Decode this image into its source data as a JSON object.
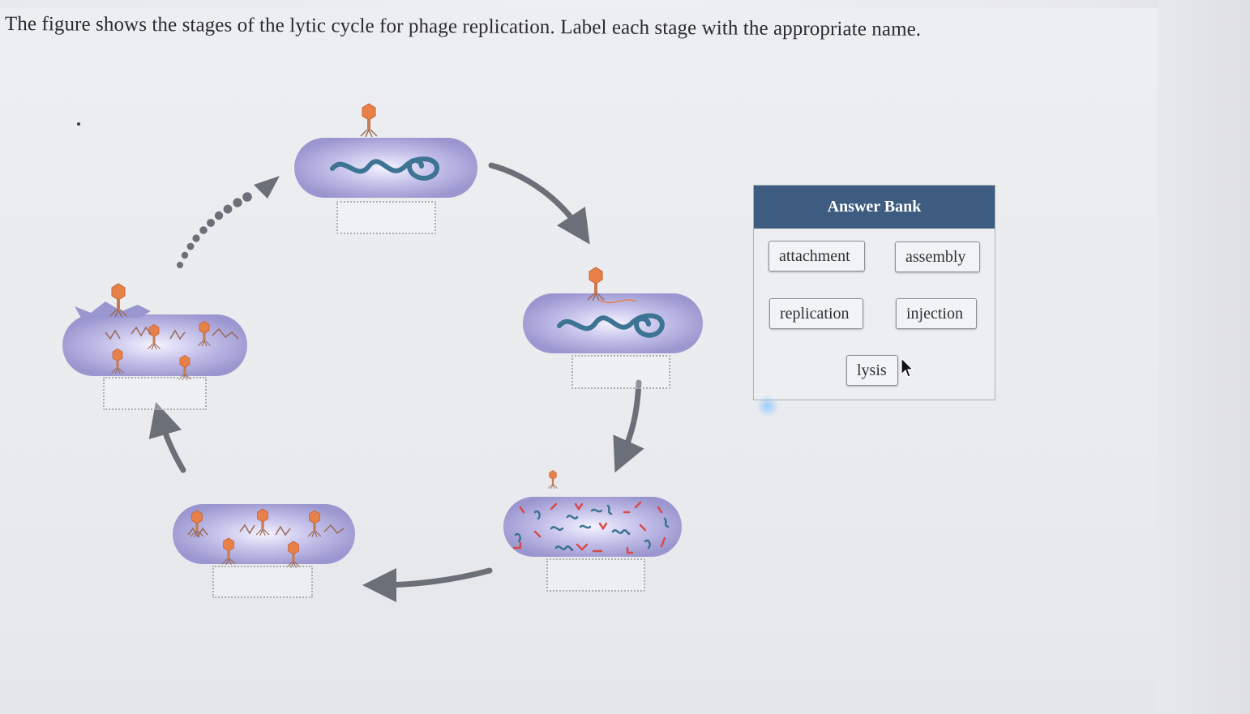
{
  "question": {
    "text": "The figure shows the stages of the lytic cycle for phage replication. Label each stage with the appropriate name."
  },
  "figure": {
    "stages": [
      {
        "name": "stage-1-top",
        "label_value": ""
      },
      {
        "name": "stage-2-right",
        "label_value": ""
      },
      {
        "name": "stage-3-bottom-right",
        "label_value": ""
      },
      {
        "name": "stage-4-bottom-left",
        "label_value": ""
      },
      {
        "name": "stage-5-left",
        "label_value": ""
      }
    ],
    "colors": {
      "cell": "#9b98d0",
      "cell_center": "#f2f0ff",
      "dna": "#4a7fa0",
      "phage": "#e8804a",
      "arrow": "#6b6f78"
    }
  },
  "answer_bank": {
    "title": "Answer Bank",
    "chips": [
      "attachment",
      "assembly",
      "replication",
      "injection",
      "lysis"
    ]
  },
  "icons": {
    "cursor": "mouse-pointer-icon"
  }
}
